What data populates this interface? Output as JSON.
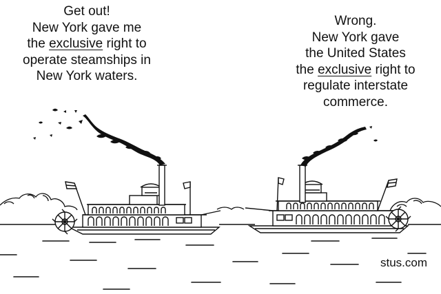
{
  "left_caption": {
    "line1": "Get out!",
    "line2": "New York gave me",
    "line3_pre": "the ",
    "line3_underlined": "exclusive",
    "line3_post": " right to",
    "line4": "operate steamships in",
    "line5": "New York waters."
  },
  "right_caption": {
    "line1": "Wrong.",
    "line2": "New York gave",
    "line3": "the United States",
    "line4_pre": "the ",
    "line4_underlined": "exclusive",
    "line4_post": " right to",
    "line5": "regulate interstate",
    "line6": "commerce."
  },
  "credit": "stus.com",
  "colors": {
    "ink": "#111111",
    "paper": "#ffffff"
  }
}
